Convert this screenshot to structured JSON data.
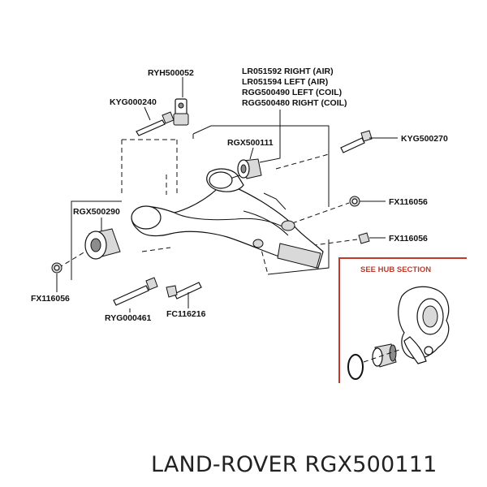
{
  "labels": {
    "ryh500052": "RYH500052",
    "kyg000240": "KYG000240",
    "lr_line1": "LR051592 RIGHT (AIR)",
    "lr_line2": "LR051594 LEFT (AIR)",
    "lr_line3": "RGG500490 LEFT (COIL)",
    "lr_line4": "RGG500480 RIGHT (COIL)",
    "rgx500111": "RGX500111",
    "kyg500270": "KYG500270",
    "rgx500290": "RGX500290",
    "fx116056_right_upper": "FX116056",
    "fx116056_right_lower": "FX116056",
    "fx116056_left": "FX116056",
    "ryg000461": "RYG000461",
    "fc116216": "FC116216",
    "hub_section": "SEE HUB SECTION"
  },
  "colors": {
    "hub_border": "#c0392b",
    "line": "#111111",
    "part_shade": "#d9d9d9"
  },
  "footer": {
    "brand_title": "LAND-ROVER RGX500111"
  }
}
